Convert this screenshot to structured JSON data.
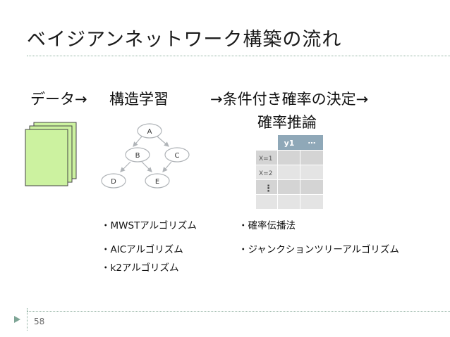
{
  "slide": {
    "title": "ベイジアンネットワーク構築の流れ",
    "page_number": "58"
  },
  "flow": {
    "data_label": "データ→",
    "structure_learning": "構造学習",
    "probability_decision": "→条件付き確率の決定→",
    "probabilistic_inference": "確率推論"
  },
  "network": {
    "nodes": [
      "A",
      "B",
      "C",
      "D",
      "E"
    ]
  },
  "cpt_table": {
    "header": [
      "y1",
      "…"
    ],
    "rows": [
      "X=1",
      "X=2",
      "⋮"
    ]
  },
  "methods": {
    "mwst": "・MWSTアルゴリズム",
    "aic": "・AICアルゴリズム",
    "k2": "・k2アルゴリズム",
    "belief_propagation": "・確率伝播法",
    "junction_tree": "・ジャンクションツリーアルゴリズム"
  },
  "colors": {
    "accent": "#7ea596",
    "document": "#ccf2a0",
    "table_header": "#8fa8b8",
    "table_cell": "#d4d4d4"
  }
}
